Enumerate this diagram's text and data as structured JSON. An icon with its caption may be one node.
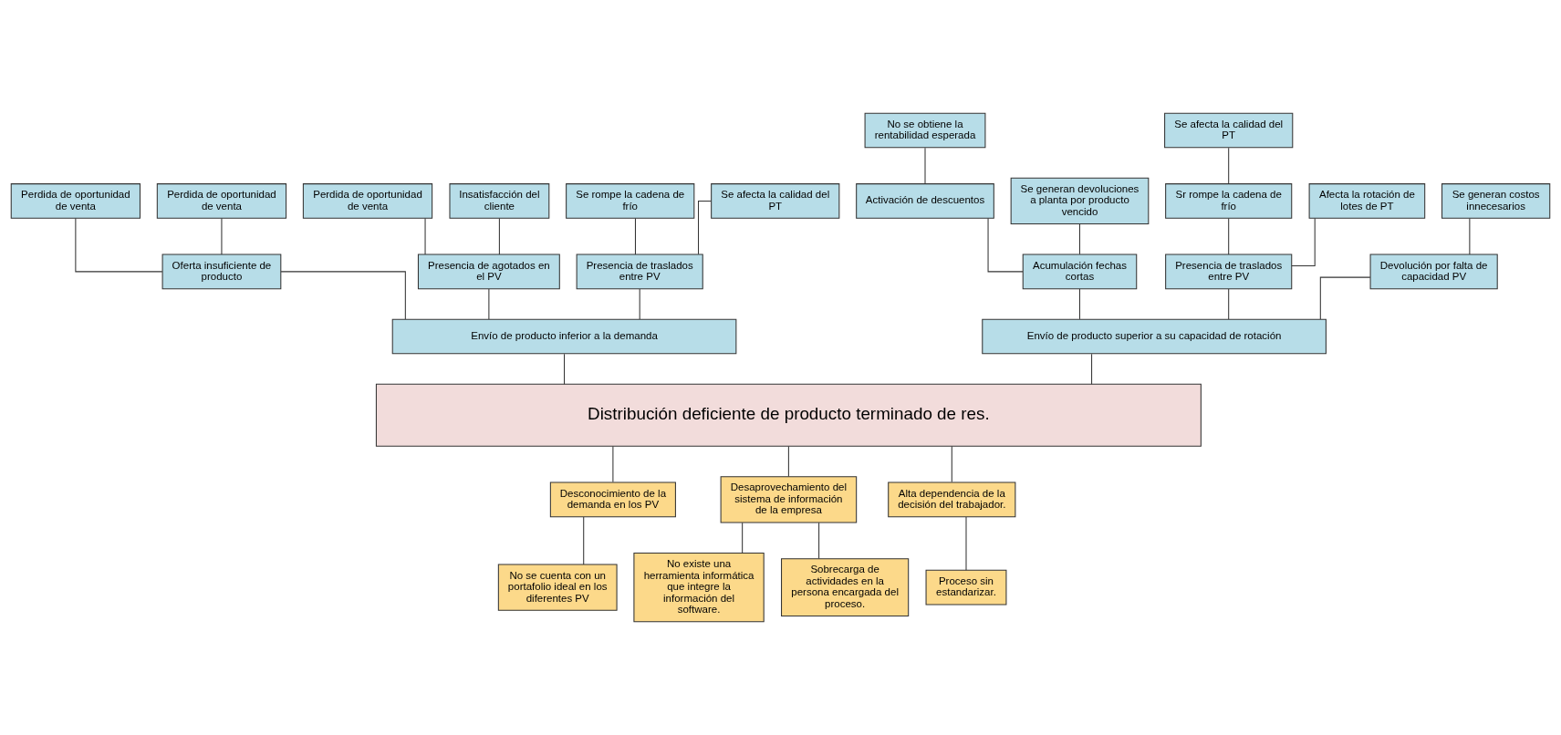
{
  "diagram": {
    "nodes": [
      {
        "text": [
          "No se obtiene la rentabilidad esperada"
        ]
      },
      {
        "text": [
          "Se afecta la calidad del PT"
        ]
      },
      {
        "text": [
          "Activación de descuentos"
        ]
      },
      {
        "text": [
          "Se generan devoluciones a planta por producto vencido"
        ]
      },
      {
        "text": [
          "Sr rompe la cadena de frío"
        ]
      },
      {
        "text": [
          "Afecta la rotación de lotes de PT"
        ]
      },
      {
        "text": [
          "Se generan costos innecesarios"
        ]
      },
      {
        "text": [
          "Perdida de oportunidad de venta"
        ]
      },
      {
        "text": [
          "Perdida de oportunidad de venta"
        ]
      },
      {
        "text": [
          "Perdida de oportunidad de venta"
        ]
      },
      {
        "text": [
          "Insatisfacción del cliente"
        ]
      },
      {
        "text": [
          "Se rompe la cadena de frío"
        ]
      },
      {
        "text": [
          "Se afecta la calidad del PT"
        ]
      },
      {
        "text": [
          "Acumulación fechas cortas"
        ]
      },
      {
        "text": [
          "Presencia de traslados entre PV"
        ]
      },
      {
        "text": [
          "Devolución por falta de capacidad PV"
        ]
      },
      {
        "text": [
          "Oferta insuficiente de producto"
        ]
      },
      {
        "text": [
          "Presencia de agotados en el PV"
        ]
      },
      {
        "text": [
          "Presencia de traslados entre PV"
        ]
      },
      {
        "text": [
          "Envío de producto superior a su capacidad de rotación"
        ]
      },
      {
        "text": [
          "Envío de producto inferior a la demanda"
        ]
      },
      {
        "text": [
          "Distribución deficiente de producto terminado de res."
        ]
      },
      {
        "text": [
          "Desconocimiento de la demanda en los PV"
        ]
      },
      {
        "text": [
          "Desaprovechamiento del sistema de información de la empresa"
        ]
      },
      {
        "text": [
          "Alta dependencia de la decisión del trabajador."
        ]
      },
      {
        "text": [
          "No se cuenta con un portafolio ideal en los diferentes PV"
        ]
      },
      {
        "text": [
          "No existe una herramienta informática que integre la información del software."
        ]
      },
      {
        "text": [
          "Sobrecarga de actividades en la persona encargada del proceso."
        ]
      },
      {
        "text": [
          "Proceso sin estandarizar."
        ]
      }
    ],
    "edges": [
      {
        "from": 0,
        "to": 2,
        "arrow": "none"
      },
      {
        "from": 1,
        "to": 4,
        "arrow": "none"
      },
      {
        "from": 2,
        "to": 13,
        "arrow": "none"
      },
      {
        "from": 3,
        "to": 13,
        "arrow": "none"
      },
      {
        "from": 4,
        "to": 14,
        "arrow": "none"
      },
      {
        "from": 5,
        "to": 14,
        "arrow": "none"
      },
      {
        "from": 6,
        "to": 15,
        "arrow": "none"
      },
      {
        "from": 7,
        "to": 16,
        "arrow": "none"
      },
      {
        "from": 8,
        "to": 16,
        "arrow": "none"
      },
      {
        "from": 9,
        "to": 17,
        "arrow": "none"
      },
      {
        "from": 10,
        "to": 17,
        "arrow": "none"
      },
      {
        "from": 11,
        "to": 18,
        "arrow": "none"
      },
      {
        "from": 12,
        "to": 18,
        "arrow": "none"
      },
      {
        "from": 13,
        "to": 19,
        "arrow": "none"
      },
      {
        "from": 14,
        "to": 19,
        "arrow": "none"
      },
      {
        "from": 15,
        "to": 19,
        "arrow": "none"
      },
      {
        "from": 16,
        "to": 20,
        "arrow": "none"
      },
      {
        "from": 17,
        "to": 20,
        "arrow": "none"
      },
      {
        "from": 18,
        "to": 20,
        "arrow": "none"
      },
      {
        "from": 19,
        "to": 21,
        "arrow": "none"
      },
      {
        "from": 20,
        "to": 21,
        "arrow": "none"
      },
      {
        "from": 21,
        "to": 22,
        "arrow": "none"
      },
      {
        "from": 21,
        "to": 23,
        "arrow": "none"
      },
      {
        "from": 21,
        "to": 24,
        "arrow": "none"
      },
      {
        "from": 22,
        "to": 25,
        "arrow": "none"
      },
      {
        "from": 23,
        "to": 26,
        "arrow": "none"
      },
      {
        "from": 23,
        "to": 27,
        "arrow": "none"
      },
      {
        "from": 24,
        "to": 28,
        "arrow": "none"
      }
    ]
  }
}
